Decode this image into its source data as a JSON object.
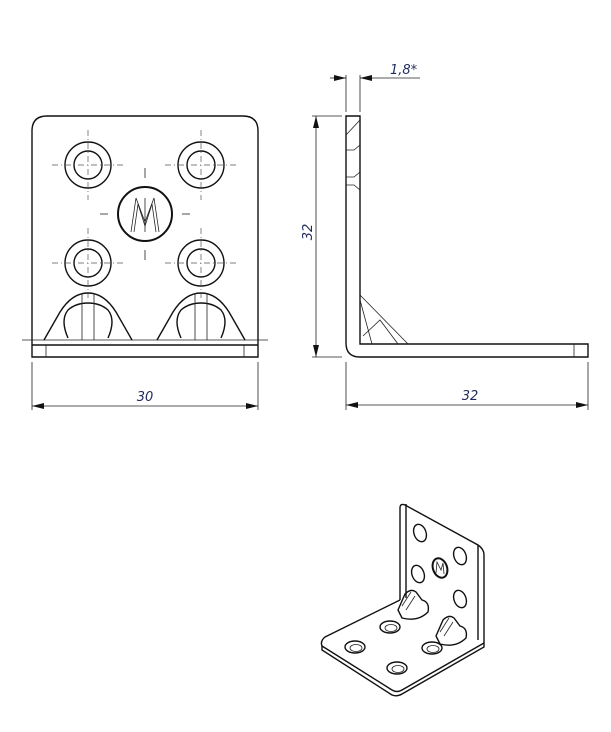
{
  "dimensions": {
    "front_width": "30",
    "height": "32",
    "side_length": "32",
    "thickness": "1,8*"
  },
  "logo": {
    "letter": "M"
  },
  "colors": {
    "line": "#111111",
    "dimension_text": "#1f2a5a"
  }
}
